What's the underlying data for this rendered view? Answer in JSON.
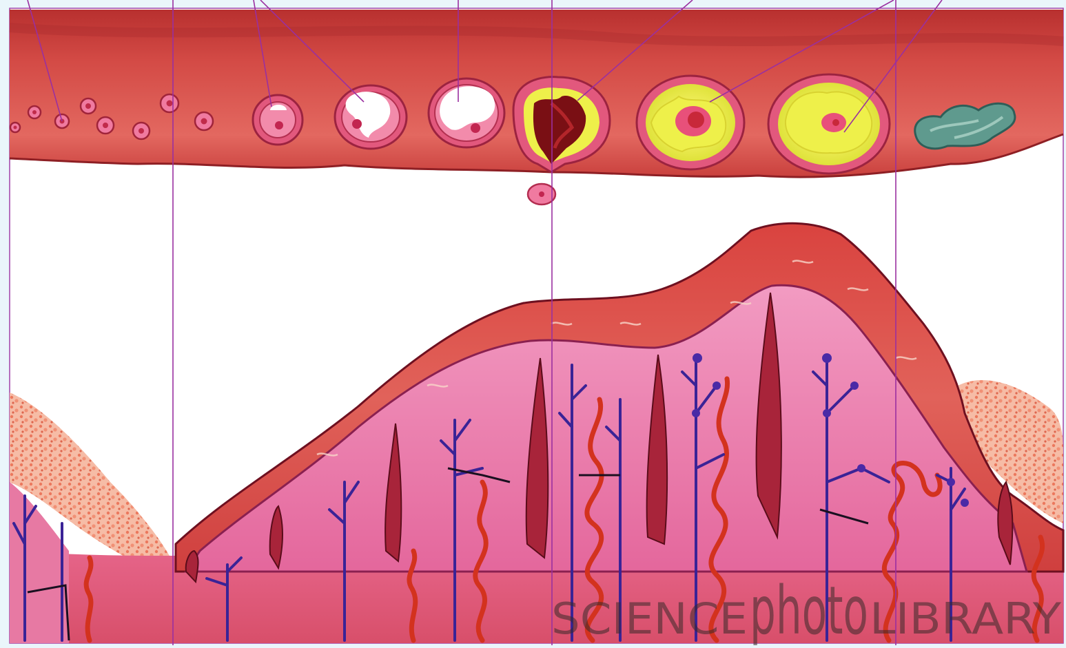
{
  "watermark": {
    "science": "SCIENCE",
    "photo": "photo",
    "library": "LIBRARY"
  },
  "colors": {
    "ovary": "#c8423f",
    "ovary_light": "#e0665e",
    "endometrium": "#d94a4a",
    "gland_pink": "#e879a8",
    "follicle_pink": "#e96a93",
    "corpus_yellow": "#eef04a",
    "albicans_gray": "#5f9a8e",
    "artery_red": "#d3321e",
    "vein_blue": "#3a2396",
    "leader_line": "#9a2fa0",
    "background": "#ffffff",
    "frame": "#eaf6fb"
  },
  "icons": [
    "ovum-icon"
  ]
}
